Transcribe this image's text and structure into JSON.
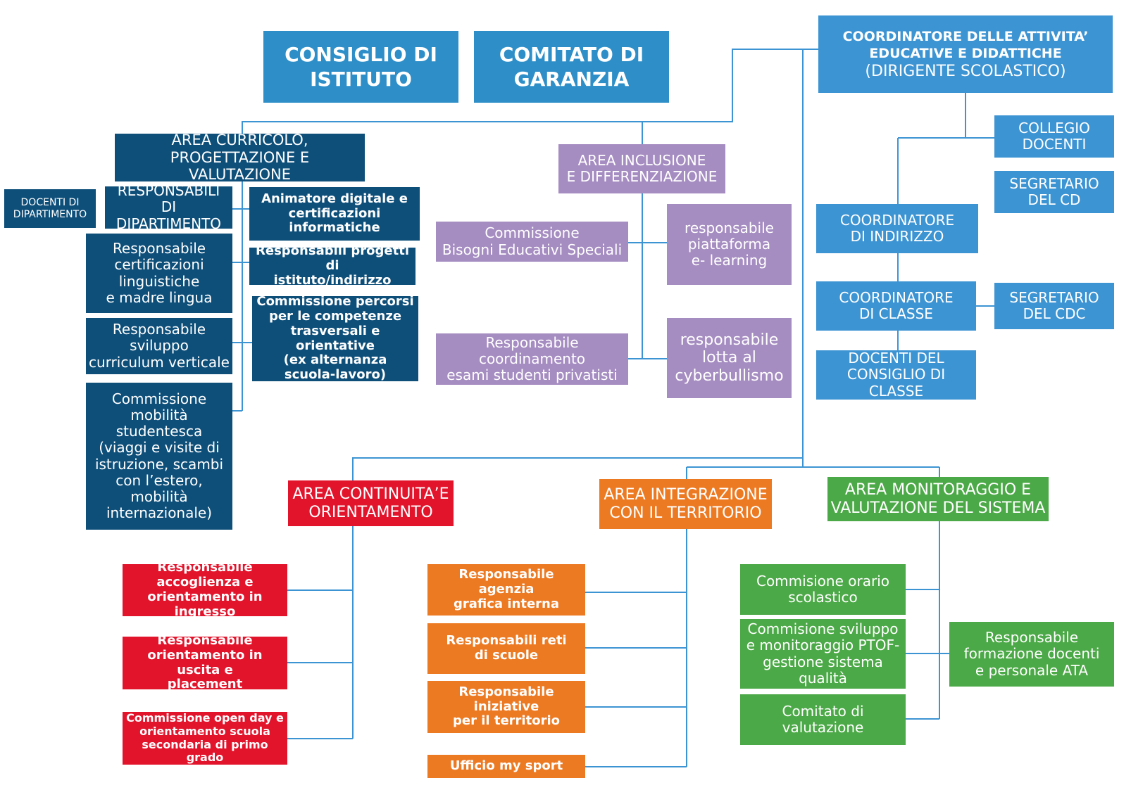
{
  "header": {
    "consiglio": "CONSIGLIO DI\nISTITUTO",
    "comitato": "COMITATO DI\nGARANZIA"
  },
  "coordinatore": {
    "line1": "COORDINATORE DELLE ATTIVITA’",
    "line2": "EDUCATIVE E DIDATTICHE",
    "line3": "(DIRIGENTE SCOLASTICO)"
  },
  "right_column": {
    "collegio": "COLLEGIO\nDOCENTI",
    "segretario_cd": "SEGRETARIO\nDEL CD",
    "coordinatore_indirizzo": "COORDINATORE\nDI INDIRIZZO",
    "coordinatore_classe": "COORDINATORE\nDI CLASSE",
    "segretario_cdc": "SEGRETARIO\nDEL CDC",
    "docenti_consiglio": "DOCENTI DEL\nCONSIGLIO DI CLASSE"
  },
  "area_curricolo": {
    "title": "AREA CURRICOLO,\nPROGETTAZIONE E VALUTAZIONE",
    "docenti_dip": "DOCENTI DI\nDIPARTIMENTO",
    "resp_dip": "RESPONSABILI DI\nDIPARTIMENTO",
    "animatore": "Animatore digitale e\ncertificazioni informatiche",
    "resp_cert": "Responsabile\ncertificazioni\nlinguistiche\ne madre lingua",
    "resp_progetti": "Responsabili progetti di\nistituto/indirizzo",
    "resp_sviluppo": "Responsabile\nsviluppo\ncurriculum verticale",
    "commissione_pcto": "Commissione percorsi\nper le competenze\ntrasversali e orientative\n(ex alternanza\nscuola-lavoro)",
    "commissione_mob": "Commissione\nmobilità\nstudentesca\n(viaggi e visite di\nistruzione, scambi\ncon l’estero,\nmobilità\ninternazionale)"
  },
  "area_inclusione": {
    "title": "AREA INCLUSIONE\nE DIFFERENZIAZIONE",
    "bes": "Commissione\nBisogni Educativi Speciali",
    "elearning": "responsabile\npiattaforma\ne- learning",
    "esami": "Responsabile\ncoordinamento\nesami studenti privatisti",
    "cyber": "responsabile\nlotta al\ncyberbullismo"
  },
  "area_continuita": {
    "title": "AREA CONTINUITA’E\nORIENTAMENTO",
    "items": [
      "Responsabile\naccoglienza e\norientamento in ingresso",
      "Responsabile\norientamento in uscita e\nplacement",
      "Commissione open day e\norientamento scuola\nsecondaria di primo grado"
    ]
  },
  "area_integrazione": {
    "title": "AREA INTEGRAZIONE\nCON IL TERRITORIO",
    "items": [
      "Responsabile agenzia\ngrafica interna",
      "Responsabili reti\ndi scuole",
      "Responsabile iniziative\nper il territorio",
      "Ufficio my sport"
    ]
  },
  "area_monitoraggio": {
    "title": "AREA MONITORAGGIO E\nVALUTAZIONE DEL SISTEMA",
    "items": [
      "Commisione orario\nscolastico",
      "Commisione sviluppo\ne monitoraggio PTOF-\ngestione sistema\nqualità",
      "Comitato di\nvalutazione"
    ],
    "formazione": "Responsabile\nformazione docenti\ne personale ATA"
  },
  "colors": {
    "line": "#3d94d3",
    "header": "#2e8fc8",
    "blue": "#3d94d3",
    "dark": "#0e4f7a",
    "purple": "#a58cc1",
    "red": "#e2142c",
    "orange": "#ec7a23",
    "green": "#4ca947"
  }
}
